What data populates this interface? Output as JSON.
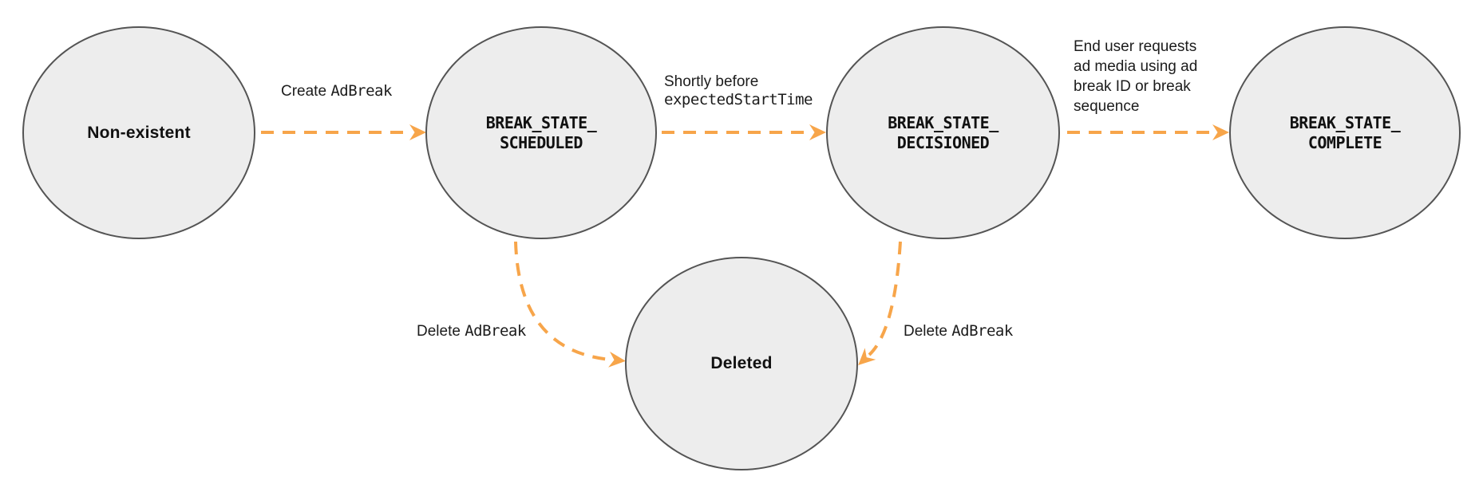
{
  "colors": {
    "arrow": "#F7A54A",
    "node_fill": "#EDEDED",
    "node_border": "#545454",
    "label_text": "#1C1C1C",
    "state_text": "#111111"
  },
  "states": {
    "non_existent": {
      "label": "Non-existent"
    },
    "scheduled": {
      "line1": "BREAK_STATE_",
      "line2": "SCHEDULED"
    },
    "decisioned": {
      "line1": "BREAK_STATE_",
      "line2": "DECISIONED"
    },
    "complete": {
      "line1": "BREAK_STATE_",
      "line2": "COMPLETE"
    },
    "deleted": {
      "label": "Deleted"
    }
  },
  "transitions": {
    "create_adbreak": {
      "plain": "Create ",
      "code": "AdBreak"
    },
    "shortly_before": {
      "plain": "Shortly before",
      "code": "expectedStartTime"
    },
    "end_user_request": {
      "lines": [
        "End user requests",
        "ad media using ad",
        "break ID or break",
        "sequence"
      ]
    },
    "delete_adbreak_left": {
      "plain": "Delete ",
      "code": "AdBreak"
    },
    "delete_adbreak_right": {
      "plain": "Delete ",
      "code": "AdBreak"
    }
  }
}
